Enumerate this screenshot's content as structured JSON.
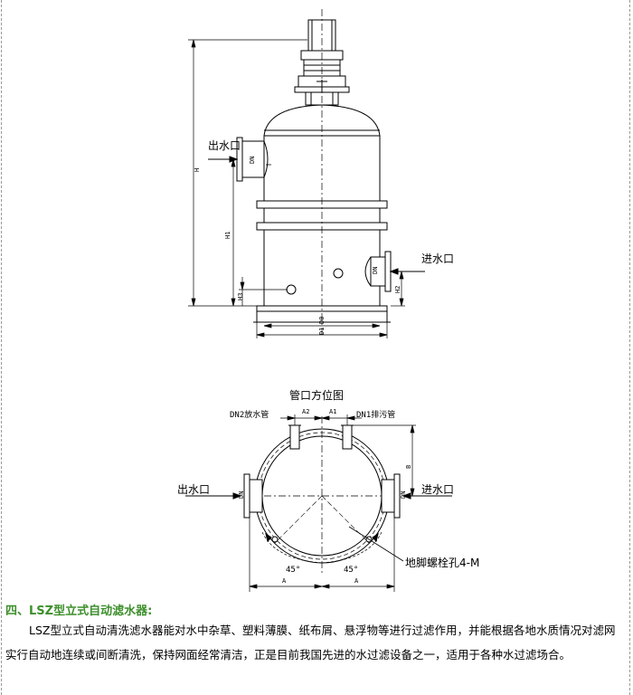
{
  "drawing": {
    "labels": {
      "outlet": "出水口",
      "inlet": "进水口",
      "port_position_title": "管口方位图",
      "dn2_drain": "DN2放水管",
      "dn1_sewage": "DN1排污管",
      "anchor_bolt": "地脚螺栓孔4-M",
      "angle_left": "45°",
      "angle_right": "45°"
    },
    "dimension_marks": {
      "H": "H",
      "H1": "H1",
      "H2": "H2",
      "H3": "H3",
      "DN": "DN",
      "D0": "D0",
      "D1": "D1",
      "A": "A",
      "A1": "A1",
      "A2": "A2",
      "B": "B"
    }
  },
  "section": {
    "title": "四、LSZ型立式自动滤水器:",
    "body": "LSZ型立式自动清洗滤水器能对水中杂草、塑料薄膜、纸布屑、悬浮物等进行过滤作用，并能根据各地水质情况对滤网实行自动地连续或间断清洗，保持网面经常清洁，正是目前我国先进的水过滤设备之一，适用于各种水过滤场合。"
  },
  "colors": {
    "line": "#000000",
    "title_green": "#3d8f2c",
    "page_rule": "#9a9a9a"
  }
}
